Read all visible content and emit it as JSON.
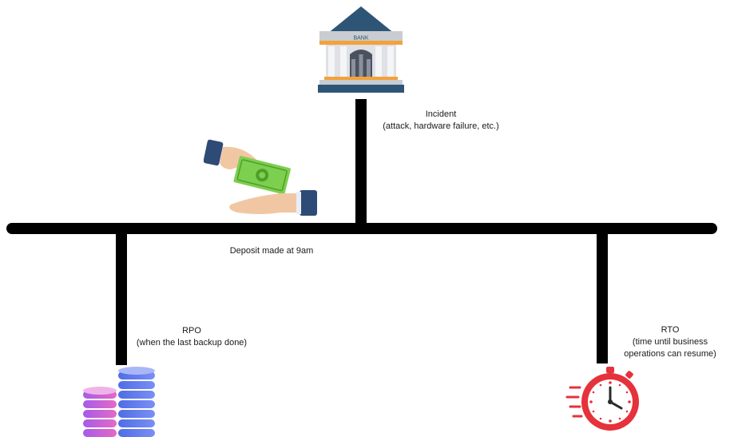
{
  "bank": {
    "sign_text": "BANK"
  },
  "incident": {
    "title": "Incident",
    "detail": "(attack, hardware failure, etc.)"
  },
  "deposit": {
    "label": "Deposit made at 9am"
  },
  "rpo": {
    "title": "RPO",
    "detail": "(when the last backup done)"
  },
  "rto": {
    "title": "RTO",
    "detail_line1": "(time until business",
    "detail_line2": "operations can resume)"
  },
  "icons": [
    "bank-icon",
    "money-handover-icon",
    "database-stack-icon",
    "stopwatch-icon"
  ],
  "colors": {
    "line": "#000000",
    "bank_roof": "#2f5576",
    "bank_columns": "#f3a23a",
    "cash": "#7dcf4f",
    "sleeve": "#2e4a77",
    "db_pink": "#d06bd8",
    "db_blue": "#5b7cf0",
    "clock_red": "#e5323b"
  }
}
